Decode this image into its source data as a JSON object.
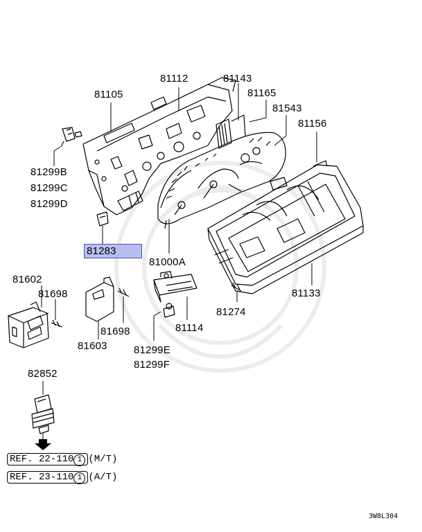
{
  "parts": {
    "p81105": "81105",
    "p81112": "81112",
    "p81143": "81143",
    "p81165": "81165",
    "p81543": "81543",
    "p81156": "81156",
    "p81299B": "81299B",
    "p81299C": "81299C",
    "p81299D": "81299D",
    "p81283": "81283",
    "p81000A": "81000A",
    "p81602": "81602",
    "p81698a": "81698",
    "p81698b": "81698",
    "p81603": "81603",
    "p81274": "81274",
    "p81133": "81133",
    "p81114": "81114",
    "p81299E": "81299E",
    "p81299F": "81299F",
    "p82852": "82852"
  },
  "refs": [
    {
      "prefix": "REF. 22-110",
      "num": "1",
      "suffix": "(M/T)"
    },
    {
      "prefix": "REF. 23-110",
      "num": "1",
      "suffix": "(A/T)"
    }
  ],
  "diagram_code": "3W8L304",
  "highlight_color": "#b8bff0"
}
